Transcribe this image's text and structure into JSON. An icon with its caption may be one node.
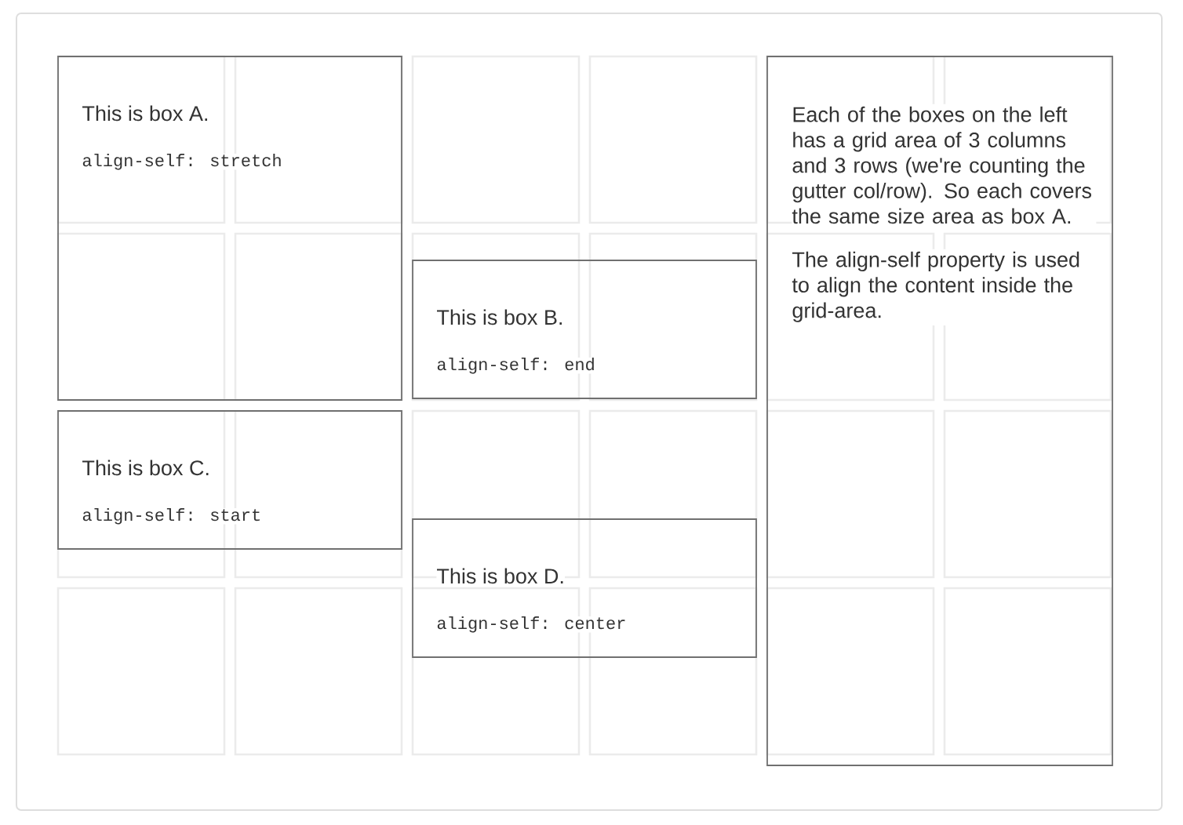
{
  "diagram": {
    "nodes": [
      {
        "text": [
          "This is box A.",
          "align-self: stretch"
        ]
      },
      {
        "text": [
          "This is box B.",
          "align-self: end"
        ]
      },
      {
        "text": [
          "This is box C.",
          "align-self: start"
        ]
      },
      {
        "text": [
          "This is box D.",
          "align-self: center"
        ]
      },
      {
        "text": [
          "Each of the boxes on the left has a grid area of 3 columns and 3 rows (we're counting the gutter col/row). So each covers the same size area as box A.",
          "The align-self property is used to align the content inside the grid-area."
        ]
      }
    ]
  }
}
